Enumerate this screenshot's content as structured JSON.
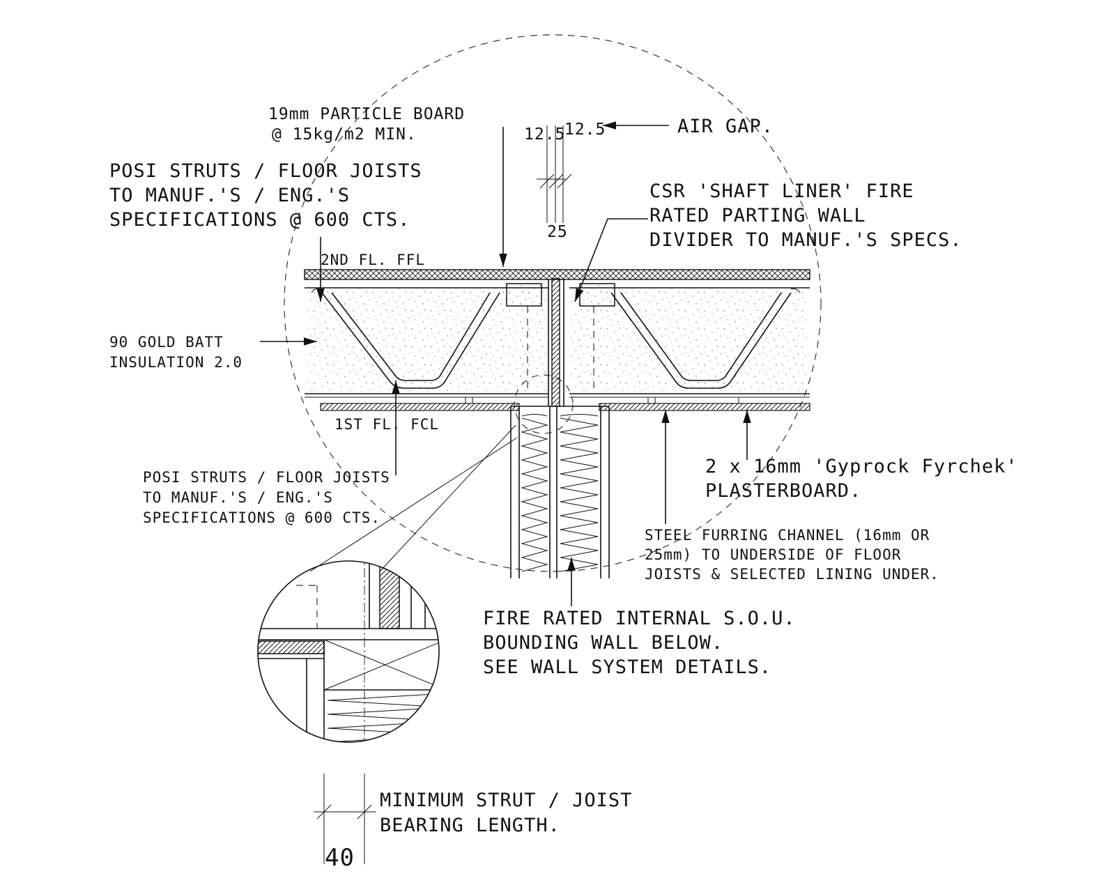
{
  "labels": {
    "particle_board_1": "19mm PARTICLE BOARD",
    "particle_board_2": "@ 15kg/m2 MIN.",
    "air_gap": "AIR GAP.",
    "dim_left": "12.5",
    "dim_right": "12.5",
    "dim_total": "25",
    "posi_top_1": "POSI STRUTS / FLOOR JOISTS",
    "posi_top_2": "TO MANUF.'S / ENG.'S",
    "posi_top_3": "SPECIFICATIONS @ 600 CTS.",
    "csr_1": "CSR 'SHAFT LINER' FIRE",
    "csr_2": "RATED PARTING WALL",
    "csr_3": "DIVIDER TO MANUF.'S SPECS.",
    "second_ffl": "2ND FL. FFL",
    "batt_1": "90 GOLD BATT",
    "batt_2": "INSULATION 2.0",
    "first_fcl": "1ST FL. FCL",
    "gyprock_1": "2 x 16mm 'Gyprock Fyrchek'",
    "gyprock_2": "PLASTERBOARD.",
    "posi_bot_1": "POSI STRUTS / FLOOR JOISTS",
    "posi_bot_2": "TO MANUF.'S / ENG.'S",
    "posi_bot_3": "SPECIFICATIONS @ 600 CTS.",
    "furring_1": "STEEL FURRING CHANNEL (16mm OR",
    "furring_2": "25mm) TO UNDERSIDE OF  FLOOR",
    "furring_3": "JOISTS & SELECTED LINING UNDER.",
    "fire_wall_1": "FIRE RATED INTERNAL S.O.U.",
    "fire_wall_2": "BOUNDING WALL BELOW.",
    "fire_wall_3": "SEE WALL SYSTEM DETAILS.",
    "bearing_1": "MINIMUM STRUT / JOIST",
    "bearing_2": "BEARING LENGTH.",
    "dim_bearing": "40"
  }
}
